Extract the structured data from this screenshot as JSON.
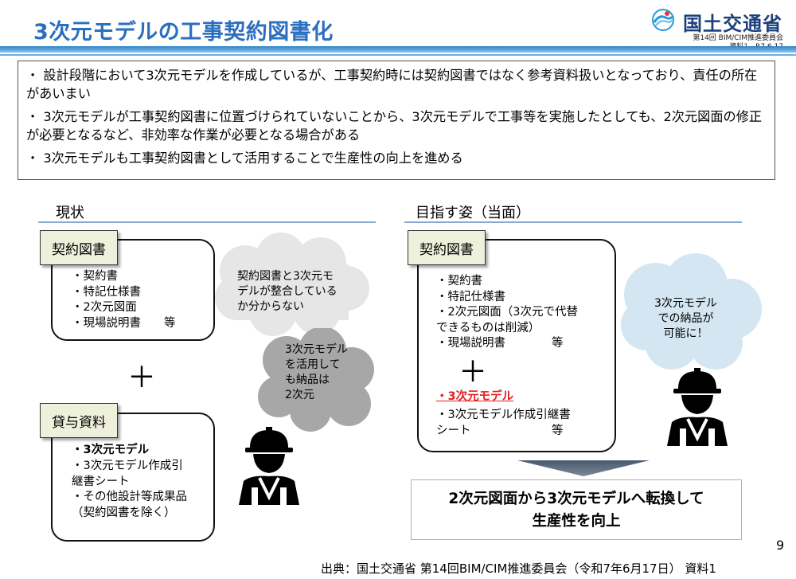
{
  "header": {
    "title": "3次元モデルの工事契約図書化",
    "logo_name": "国土交通省",
    "logo_sub_line1": "第14回 BIM/CIM推進委員会",
    "logo_sub_line2": "資料1　R7.6.17",
    "brand_color": "#2a6fc0"
  },
  "summary": {
    "bullets": [
      "・ 設計段階において3次元モデルを作成しているが、工事契約時には契約図書ではなく参考資料扱いとなっており、責任の所在があいまい",
      "・ 3次元モデルが工事契約図書に位置づけられていないことから、3次元モデルで工事等を実施したとしても、2次元図面の修正が必要となるなど、非効率な作業が必要となる場合がある",
      "・ 3次元モデルも工事契約図書として活用することで生産性の向上を進める"
    ]
  },
  "current": {
    "heading": "現状",
    "contract_tab": "契約図書",
    "contract_items": "・契約書\n・特記仕様書\n・2次元図面\n・現場説明書　　等",
    "plus": "＋",
    "loan_tab": "貸与資料",
    "loan_first": "・3次元モデル",
    "loan_items": "・3次元モデル作成引\n継書シート\n・その他設計等成果品\n（契約図書を除く）",
    "cloud1": "契約図書と3次元モ\nデルが整合している\nか分からない",
    "cloud2": "3次元モデル\nを活用して\nも納品は\n2次元"
  },
  "target": {
    "heading": "目指す姿（当面）",
    "contract_tab": "契約図書",
    "contract_items": "・契約書\n・特記仕様書\n・2次元図面（3次元で代替\nできるものは削減）\n・現場説明書　　　　等",
    "plus": "＋",
    "model_item": "・3次元モデル",
    "model_item_color": "#e02020",
    "extra_items": "・3次元モデル作成引継書\nシート　　　　　　　等",
    "cloud": "3次元モデル\nでの納品が\n可能に！"
  },
  "result": {
    "line1": "2次元図面から3次元モデルへ転換して",
    "line2": "生産性を向上"
  },
  "footer": {
    "page_number": "9",
    "source": "出典：国土交通省 第14回BIM/CIM推進委員会（令和7年6月17日） 資料1"
  }
}
